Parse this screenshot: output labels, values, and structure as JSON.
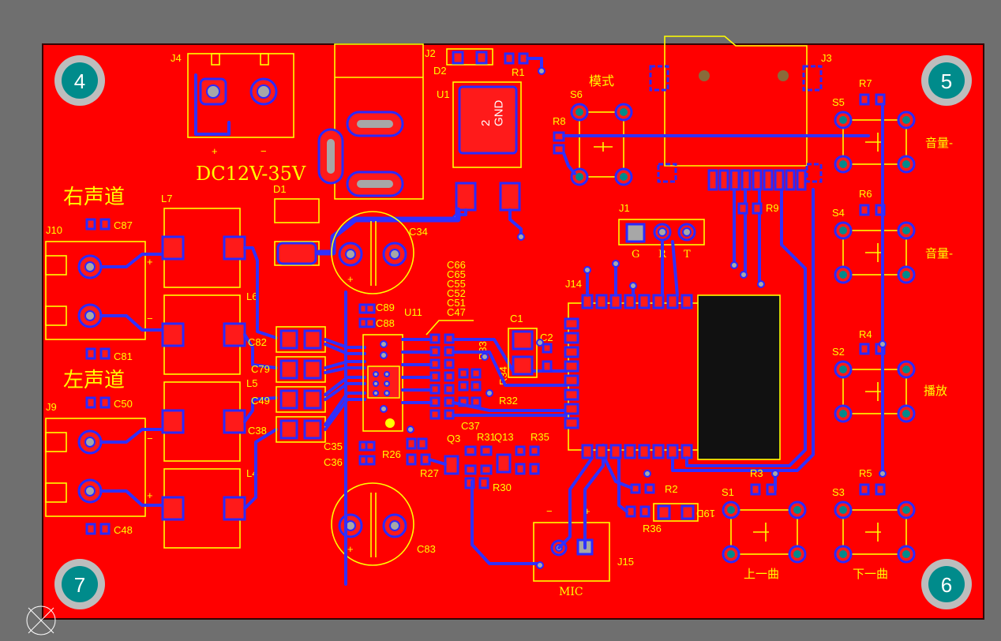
{
  "colors": {
    "background": "#6f6f6f",
    "board": "#ff0000",
    "trace": "#3030ff",
    "silkscreen": "#ffff00",
    "mounting_hole": "#008b8b"
  },
  "mounting_holes": [
    "4",
    "5",
    "7",
    "6"
  ],
  "connectors": {
    "j4": "J4",
    "j2": "J2",
    "j3": "J3",
    "j1": "J1",
    "j10": "J10",
    "j9": "J9",
    "j14": "J14",
    "j15": "J15"
  },
  "chips": {
    "u1": "U1",
    "u1_marking": "2\nGND",
    "u11": "U11",
    "d1": "D1",
    "d2": "D2",
    "q3": "Q3",
    "q13": "Q13"
  },
  "labels": {
    "power": "DC12V-35V",
    "plus": "+",
    "minus": "−",
    "right_channel": "右声道",
    "left_channel": "左声道",
    "mode": "模式",
    "vol_down": "音量-",
    "vol_up": "音量-",
    "play": "播放",
    "prev": "上一曲",
    "next": "下一曲",
    "mic": "MIC",
    "uart_g": "G",
    "uart_r": "R",
    "uart_t": "T",
    "cap_stack": [
      "C66",
      "C65",
      "C55",
      "C52",
      "C51",
      "C47"
    ]
  },
  "refs": {
    "R1": "R1",
    "R2": "R2",
    "R3": "R3",
    "R4": "R4",
    "R5": "R5",
    "R6": "R6",
    "R7": "R7",
    "R8": "R8",
    "R9": "R9",
    "R26": "R26",
    "R27": "R27",
    "R30": "R30",
    "R31": "R31",
    "R32": "R32",
    "R33": "R33",
    "R34": "R34",
    "R35": "R35",
    "R36": "R36",
    "S1": "S1",
    "S2": "S2",
    "S3": "S3",
    "S4": "S4",
    "S5": "S5",
    "S6": "S6",
    "L4": "L4",
    "L5": "L5",
    "L6": "L6",
    "L7": "L7",
    "C1": "C1",
    "C2": "C2",
    "C34": "C34",
    "C35": "C35",
    "C36": "C36",
    "C37": "C37",
    "C38": "C38",
    "C48": "C48",
    "C49": "C49",
    "C50": "C50",
    "C79": "C79",
    "C81": "C81",
    "C82": "C82",
    "C83": "C83",
    "C87": "C87",
    "C88": "C88",
    "C89": "C89",
    "J15b": "19D"
  }
}
